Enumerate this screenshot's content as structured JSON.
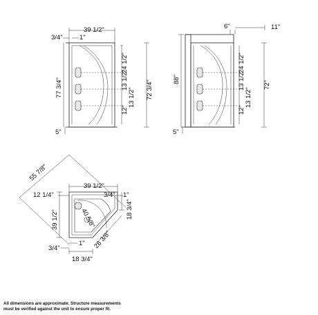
{
  "front_view": {
    "width": "39 1/2\"",
    "wall_flange": "1\"",
    "side_offset": "3/4\"",
    "total_height": "77 3/4\"",
    "overall_height": "72 3/4\"",
    "shelf_1": "24 1/2\"",
    "shelf_2": "13 1/2\"",
    "shelf_3": "13 1/2\"",
    "shelf_4": "12\"",
    "base": "5\""
  },
  "side_view": {
    "top_depth": "6\"",
    "top_offset": "11\"",
    "total_height": "88\"",
    "overall_height": "72\"",
    "shelf_1": "24 1/2\"",
    "shelf_2": "13 1/2\"",
    "shelf_3": "13 1/2\"",
    "shelf_4": "12\"",
    "base": "5\""
  },
  "plan_view": {
    "diagonal": "55 7/8\"",
    "width": "39 1/2\"",
    "left_return": "12 1/4\"",
    "top_offset": "3/4\"",
    "flange": "1\"",
    "depth": "39 1/2\"",
    "right_return": "18 3/4\"",
    "radius": "40 5/8\"",
    "door": "28 3/8\"",
    "bottom_offset": "3/4\"",
    "bottom_flange": "1\"",
    "bottom_return": "18 3/4\""
  },
  "disclaimer": {
    "line1": "All dimensions are approximate. Structure measurements",
    "line2": "must be verified against the unit to ensure proper fit."
  }
}
